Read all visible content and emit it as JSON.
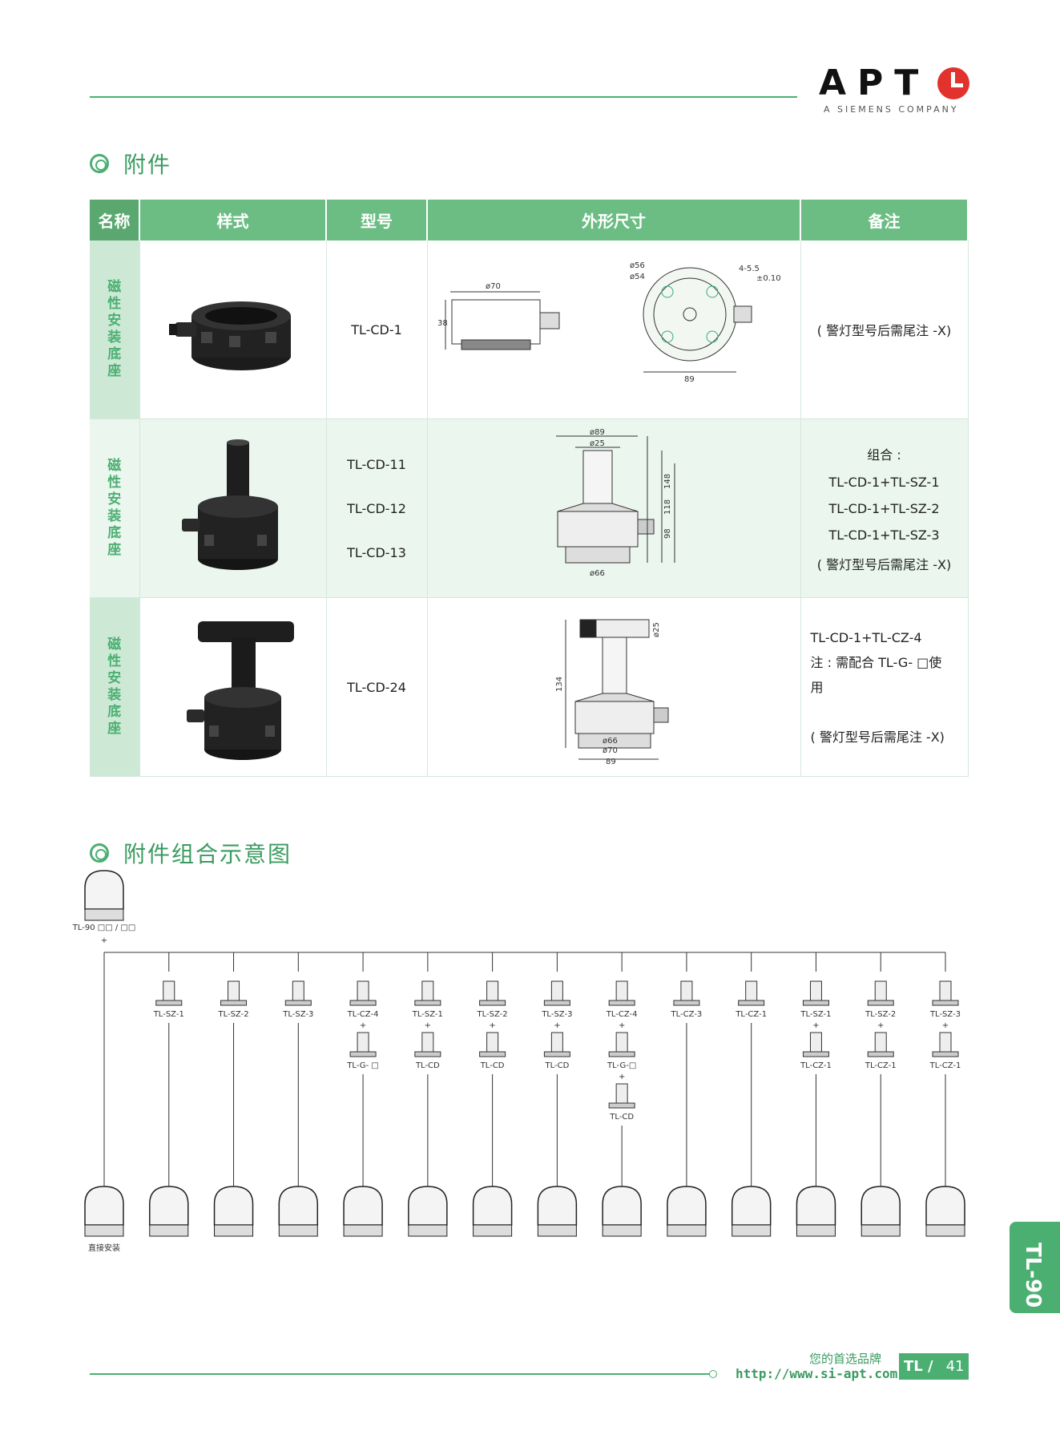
{
  "header": {
    "brand": "APT",
    "brand_sub": "A SIEMENS COMPANY"
  },
  "section1": {
    "title": "附件"
  },
  "table": {
    "headers": [
      "名称",
      "样式",
      "型号",
      "外形尺寸",
      "备注"
    ],
    "name_chars": [
      "磁",
      "性",
      "安",
      "装",
      "底",
      "座"
    ],
    "rows": [
      {
        "models": [
          "TL-CD-1"
        ],
        "notes": [
          "( 警灯型号后需尾注 -X)"
        ],
        "dims": [
          "ø70",
          "38",
          "ø56",
          "ø54",
          "4-5.5",
          "±0.10",
          "89"
        ]
      },
      {
        "models": [
          "TL-CD-11",
          "TL-CD-12",
          "TL-CD-13"
        ],
        "notes": [
          "组合 :",
          "TL-CD-1+TL-SZ-1",
          "TL-CD-1+TL-SZ-2",
          "TL-CD-1+TL-SZ-3",
          "( 警灯型号后需尾注 -X)"
        ],
        "dims": [
          "ø89",
          "ø25",
          "ø66",
          "98",
          "118",
          "148"
        ]
      },
      {
        "models": [
          "TL-CD-24"
        ],
        "notes": [
          "TL-CD-1+TL-CZ-4",
          "注 : 需配合 TL-G- □使",
          "用",
          "( 警灯型号后需尾注 -X)"
        ],
        "dims": [
          "ø25",
          "134",
          "ø66",
          "ø70",
          "89"
        ]
      }
    ]
  },
  "section2": {
    "title": "附件组合示意图"
  },
  "diagram": {
    "top_lamp": "TL-90 □□ / □□",
    "plus": "+",
    "direct": "直接安装",
    "cols": [
      {
        "parts": []
      },
      {
        "parts": [
          "TL-SZ-1"
        ]
      },
      {
        "parts": [
          "TL-SZ-2"
        ]
      },
      {
        "parts": [
          "TL-SZ-3"
        ]
      },
      {
        "parts": [
          "TL-CZ-4",
          "TL-G- □"
        ]
      },
      {
        "parts": [
          "TL-SZ-1",
          "TL-CD"
        ]
      },
      {
        "parts": [
          "TL-SZ-2",
          "TL-CD"
        ]
      },
      {
        "parts": [
          "TL-SZ-3",
          "TL-CD"
        ]
      },
      {
        "parts": [
          "TL-CZ-4",
          "TL-G-□",
          "TL-CD"
        ]
      },
      {
        "parts": [
          "TL-CZ-3"
        ]
      },
      {
        "parts": [
          "TL-CZ-1"
        ]
      },
      {
        "parts": [
          "TL-SZ-1",
          "TL-CZ-1"
        ]
      },
      {
        "parts": [
          "TL-SZ-2",
          "TL-CZ-1"
        ]
      },
      {
        "parts": [
          "TL-SZ-3",
          "TL-CZ-1"
        ]
      }
    ]
  },
  "footer": {
    "slogan": "您的首选品牌",
    "url": "http://www.si-apt.com",
    "code": "TL /",
    "page": "41",
    "side_tab": "TL-90"
  }
}
